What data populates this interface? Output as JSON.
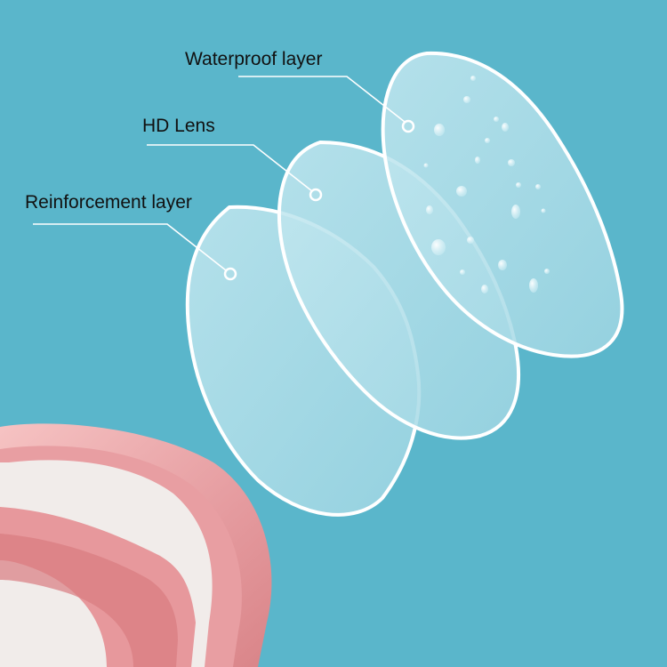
{
  "labels": {
    "waterproof": "Waterproof layer",
    "hd_lens": "HD Lens",
    "reinforcement": "Reinforcement layer"
  },
  "colors": {
    "background": "#5ab6cb",
    "lens_fill": "#a9dce8",
    "lens_edge": "#ffffff",
    "goggle_frame": "#eba5a7",
    "text": "#111111"
  },
  "layers": [
    "reinforcement-layer",
    "hd-lens-layer",
    "waterproof-layer"
  ]
}
